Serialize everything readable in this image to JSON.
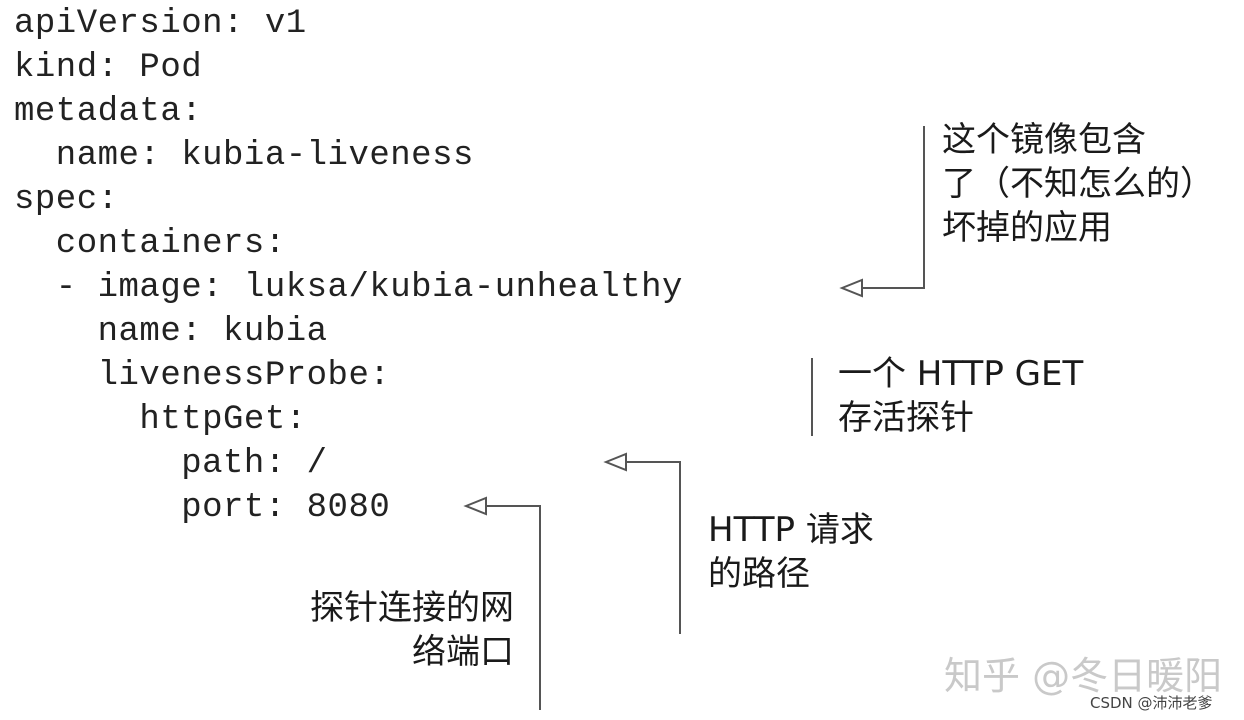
{
  "code": {
    "lines": [
      "apiVersion: v1",
      "kind: Pod",
      "metadata:",
      "  name: kubia-liveness",
      "spec:",
      "  containers:",
      "  - image: luksa/kubia-unhealthy",
      "    name: kubia",
      "    livenessProbe:",
      "      httpGet:",
      "        path: /",
      "        port: 8080"
    ]
  },
  "annotations": {
    "image_note": [
      "这个镜像包含",
      "了（不知怎么的）",
      "坏掉的应用"
    ],
    "probe_note": [
      "一个 HTTP GET",
      "存活探针"
    ],
    "path_note": [
      "HTTP 请求",
      "的路径"
    ],
    "port_note": [
      "探针连接的网",
      "络端口"
    ]
  },
  "watermark": {
    "text": "知乎 @冬日暖阳",
    "credit": "CSDN @沛沛老爹"
  },
  "colors": {
    "text": "#222222",
    "line": "#555555",
    "watermark": "#c9c9c9"
  }
}
